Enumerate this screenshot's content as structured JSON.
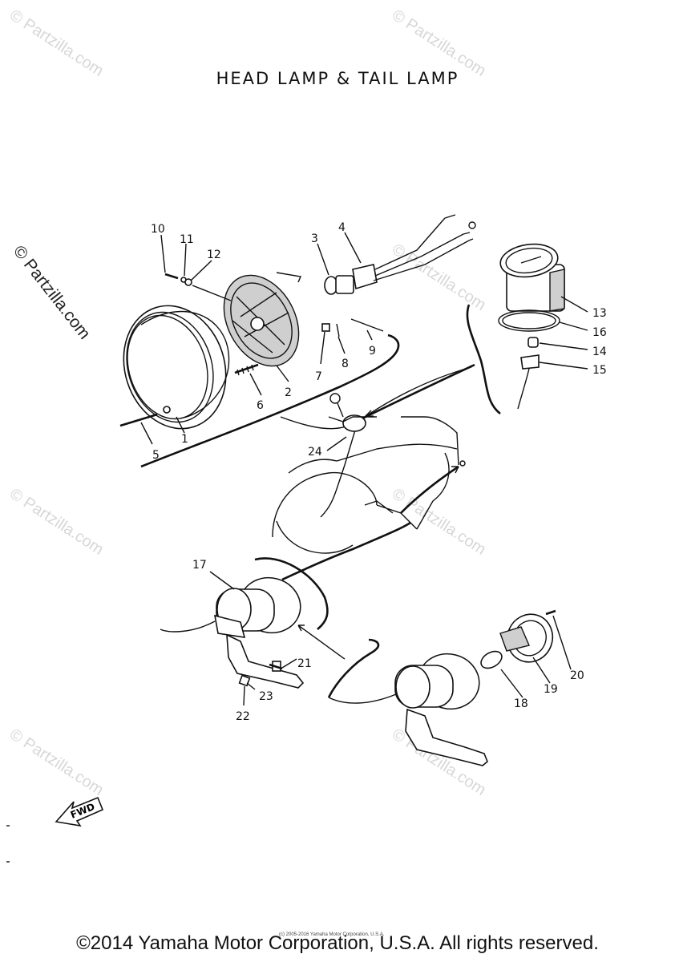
{
  "title": "HEAD LAMP & TAIL LAMP",
  "copyright": "©2014 Yamaha Motor Corporation, U.S.A. All rights reserved.",
  "fine_print": "(c) 2005-2016 Yamaha Motor Corporation, U.S.A.",
  "watermarks": {
    "main": "© Partzilla.com",
    "faint": "© Partzilla.com"
  },
  "fwd_label": "FWD",
  "callouts": [
    "1",
    "2",
    "3",
    "4",
    "5",
    "6",
    "7",
    "8",
    "9",
    "10",
    "11",
    "12",
    "13",
    "14",
    "15",
    "16",
    "17",
    "18",
    "19",
    "20",
    "21",
    "22",
    "23",
    "24"
  ]
}
